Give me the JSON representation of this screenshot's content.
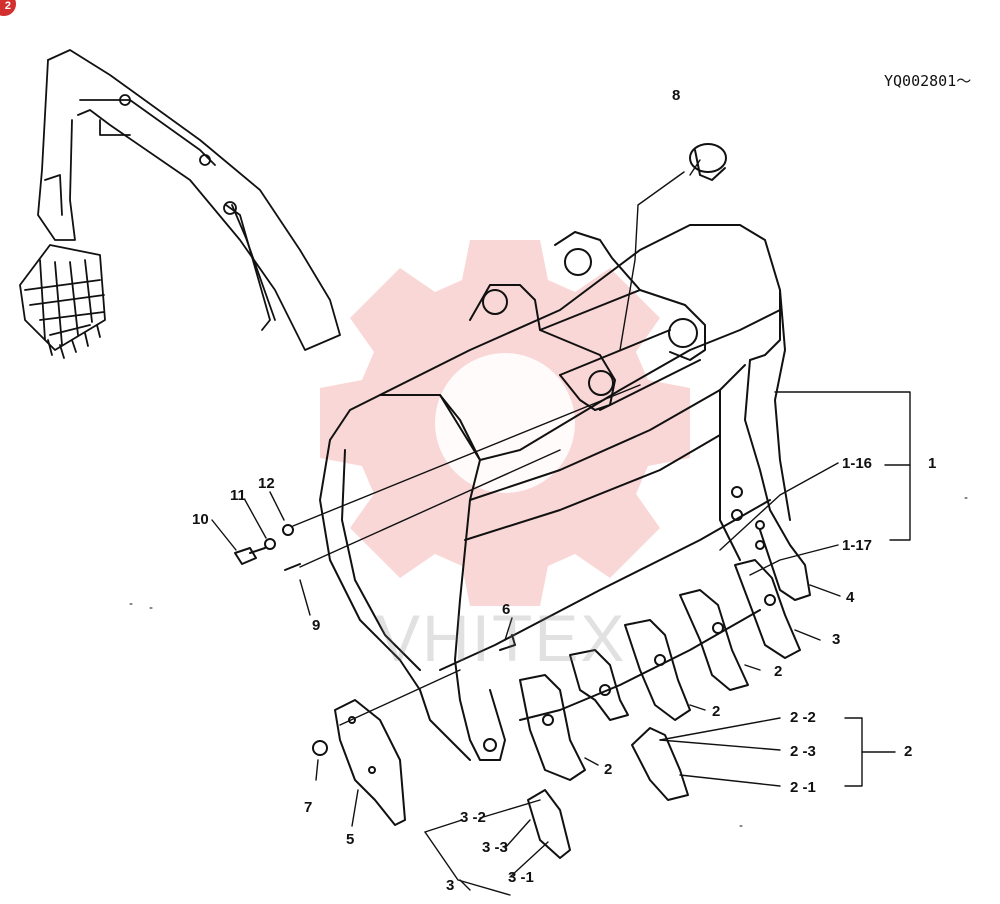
{
  "badge": {
    "text": "2",
    "color": "#d32f2f"
  },
  "serial": "YQ002801～",
  "watermark": {
    "text": "VHITEX",
    "logo_color": "#e53935"
  },
  "callouts": [
    {
      "id": "c8",
      "text": "8"
    },
    {
      "id": "c1-16",
      "text": "1-16"
    },
    {
      "id": "c1",
      "text": "1"
    },
    {
      "id": "c1-17",
      "text": "1-17"
    },
    {
      "id": "c4",
      "text": "4"
    },
    {
      "id": "c3a",
      "text": "3"
    },
    {
      "id": "c2a",
      "text": "2"
    },
    {
      "id": "c2b",
      "text": "2"
    },
    {
      "id": "c2c",
      "text": "2"
    },
    {
      "id": "c12",
      "text": "12"
    },
    {
      "id": "c11",
      "text": "11"
    },
    {
      "id": "c10",
      "text": "10"
    },
    {
      "id": "c9",
      "text": "9"
    },
    {
      "id": "c6",
      "text": "6"
    },
    {
      "id": "c7",
      "text": "7"
    },
    {
      "id": "c5",
      "text": "5"
    },
    {
      "id": "c2-2",
      "text": "2 -2"
    },
    {
      "id": "c2-3",
      "text": "2 -3"
    },
    {
      "id": "c2-1",
      "text": "2 -1"
    },
    {
      "id": "c2d",
      "text": "2"
    },
    {
      "id": "c3-2",
      "text": "3 -2"
    },
    {
      "id": "c3-3",
      "text": "3 -3"
    },
    {
      "id": "c3b",
      "text": "3"
    },
    {
      "id": "c3-1",
      "text": "3 -1"
    }
  ]
}
